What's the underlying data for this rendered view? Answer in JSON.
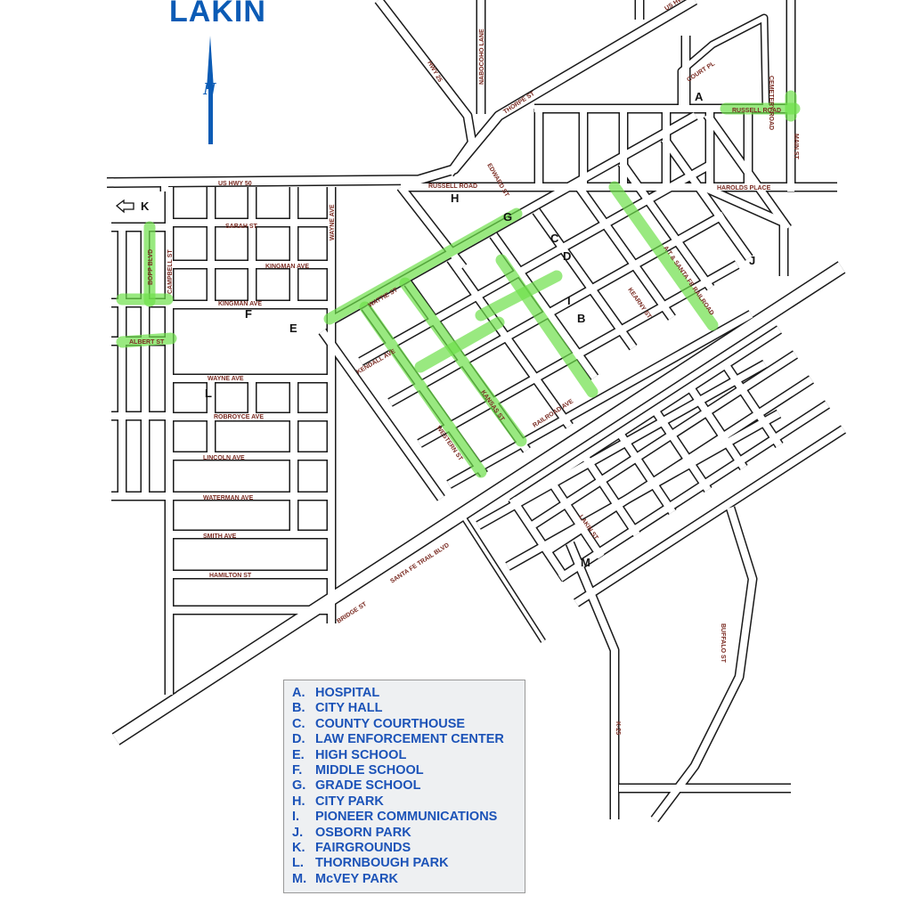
{
  "title": "LAKIN",
  "north_arrow": {
    "label": "N",
    "icon": "north-arrow-icon",
    "color": "#0b5bb5"
  },
  "colors": {
    "road_outline": "#1a1a1a",
    "highlight": "#6ee04a",
    "street_label": "#7a2b22",
    "legend_text": "#1c53b8",
    "legend_bg": "#eef0f2"
  },
  "fairgrounds_pointer": {
    "icon": "left-arrow-icon",
    "letter": "K"
  },
  "poi_letters": [
    "A",
    "B",
    "C",
    "D",
    "E",
    "F",
    "G",
    "H",
    "I",
    "J",
    "L",
    "M"
  ],
  "streets": [
    "US HWY 50",
    "US HWY 50",
    "HWY 25",
    "NABOCOHO LANE",
    "THORPE ST",
    "RUSSELL ROAD",
    "RUSSELL ROAD",
    "HAROLDS PLACE",
    "COURT PL",
    "CEMETERY ROAD",
    "MAIN ST",
    "EDWARD ST",
    "SARAH ST",
    "KINGMAN AVE",
    "KINGMAN AVE",
    "WATTIE ST",
    "ALBERT ST",
    "BOPP BLVD",
    "CAMPBELL ST",
    "WAYNE AVE",
    "WAYNE AVE",
    "KENDALL AVE",
    "ROBROYCE AVE",
    "LINCOLN AVE",
    "WATERMAN AVE",
    "SMITH AVE",
    "HAMILTON ST",
    "WESTERN ST",
    "KANSAS ST",
    "KEARNY ST",
    "A T & SANTA FE RAILROAD",
    "RAILROAD AVE",
    "SANTA FE TRAIL BLVD",
    "BRIDGE ST",
    "K-25",
    "BUFFALO ST",
    "LAKIN ST"
  ],
  "legend": [
    {
      "key": "A.",
      "label": "HOSPITAL"
    },
    {
      "key": "B.",
      "label": "CITY HALL"
    },
    {
      "key": "C.",
      "label": "COUNTY COURTHOUSE"
    },
    {
      "key": "D.",
      "label": "LAW ENFORCEMENT CENTER"
    },
    {
      "key": "E.",
      "label": "HIGH SCHOOL"
    },
    {
      "key": "F.",
      "label": "MIDDLE SCHOOL"
    },
    {
      "key": "G.",
      "label": "GRADE SCHOOL"
    },
    {
      "key": "H.",
      "label": "CITY PARK"
    },
    {
      "key": "I.",
      "label": "PIONEER COMMUNICATIONS"
    },
    {
      "key": "J.",
      "label": "OSBORN PARK"
    },
    {
      "key": "K.",
      "label": "FAIRGROUNDS"
    },
    {
      "key": "L.",
      "label": "THORNBOUGH PARK"
    },
    {
      "key": "M.",
      "label": "McVEY PARK"
    }
  ]
}
